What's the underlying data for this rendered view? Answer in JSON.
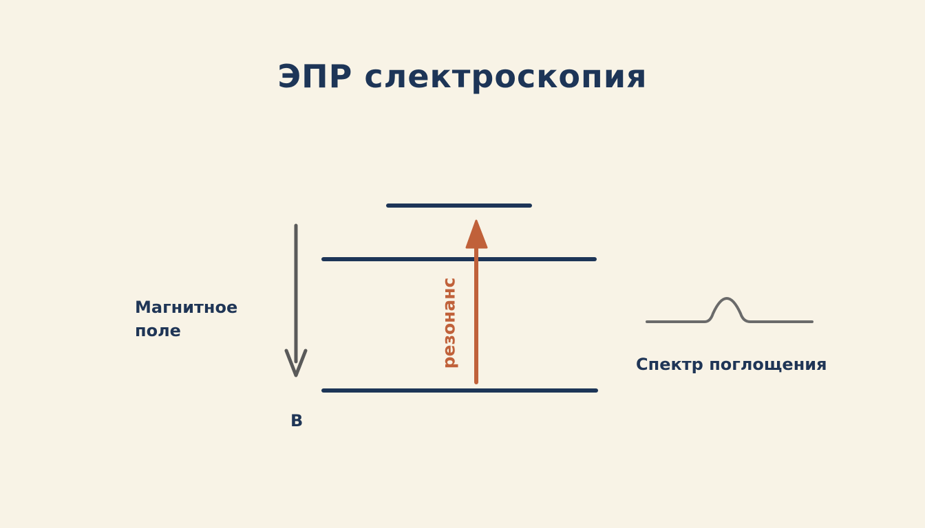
{
  "title": "ЭПР слектроскопия",
  "labels": {
    "field_line1": "Магнитное",
    "field_line2": "поле",
    "field_symbol": "В",
    "resonance": "резонанс",
    "spectrum": "Спектр поглощения"
  },
  "colors": {
    "background": "#f8f3e6",
    "levels": "#1d3557",
    "field_arrow": "#5a5a5a",
    "resonance_arrow": "#c0613a",
    "spectrum_curve": "#6a6a6a"
  },
  "icons": {
    "field_arrow": "arrow-down-icon",
    "resonance_arrow": "arrow-up-icon"
  }
}
